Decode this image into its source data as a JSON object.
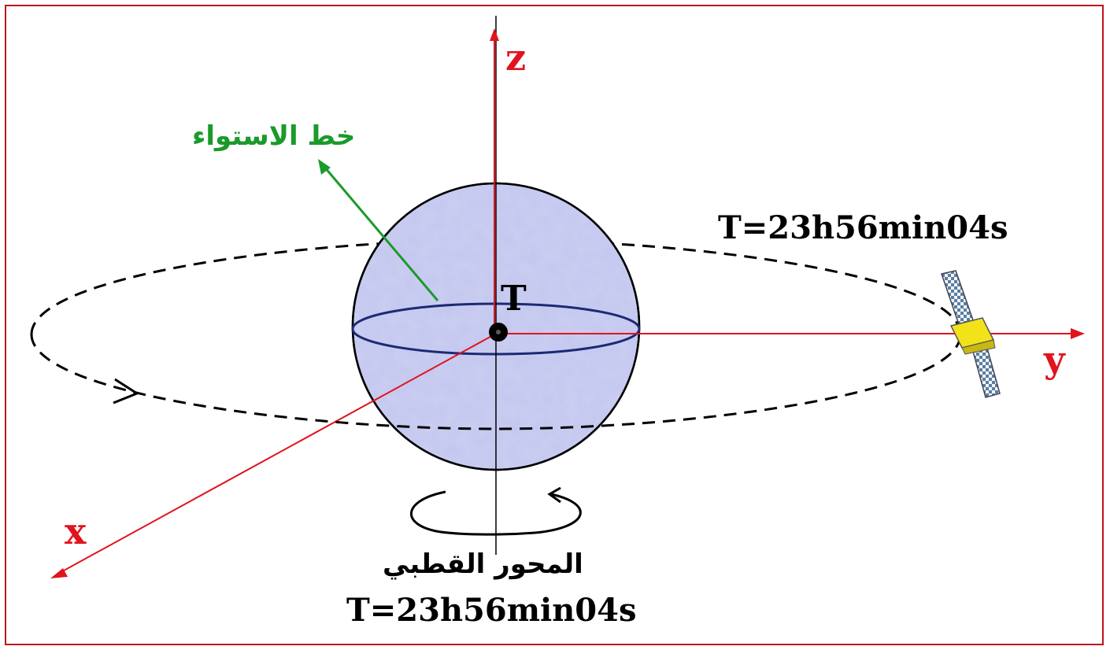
{
  "labels": {
    "axis_z": "z",
    "axis_y": "y",
    "axis_x": "x",
    "center": "T",
    "equator": "خط الاستواء",
    "polar_axis": "المحور القطبي",
    "orbit_period": "T=23h56min04s",
    "rotation_period": "T=23h56min04s"
  },
  "colors": {
    "axis": "#e0141e",
    "equator_label": "#1a9a2a",
    "earth_fill": "#c3c6ee",
    "earth_outline": "#000000",
    "equator_line": "#1b2a72",
    "orbit": "#000000",
    "frame": "#c0141c"
  },
  "icons": {
    "satellite": "satellite-icon"
  }
}
